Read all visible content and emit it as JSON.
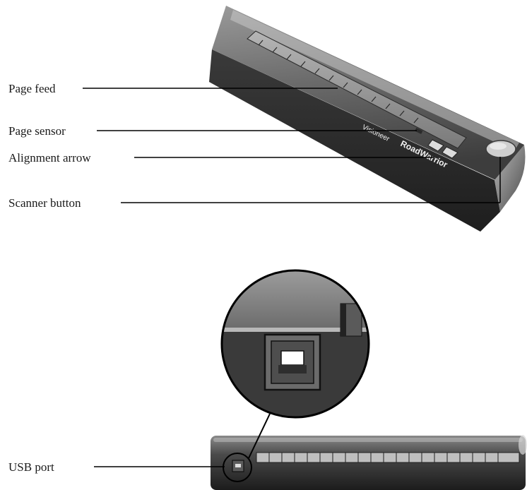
{
  "callouts": {
    "page_feed": "Page feed",
    "page_sensor": "Page sensor",
    "alignment_arrow": "Alignment arrow",
    "scanner_button": "Scanner button",
    "usb_port": "USB port"
  },
  "brand": {
    "maker": "Visioneer",
    "model": "RoadWarrior"
  },
  "colors": {
    "body_dark": "#2a2a2a",
    "body_mid": "#5a5a5a",
    "body_light": "#a8a8a8",
    "leader_line": "#000000",
    "label_text": "#1a1a1a"
  }
}
